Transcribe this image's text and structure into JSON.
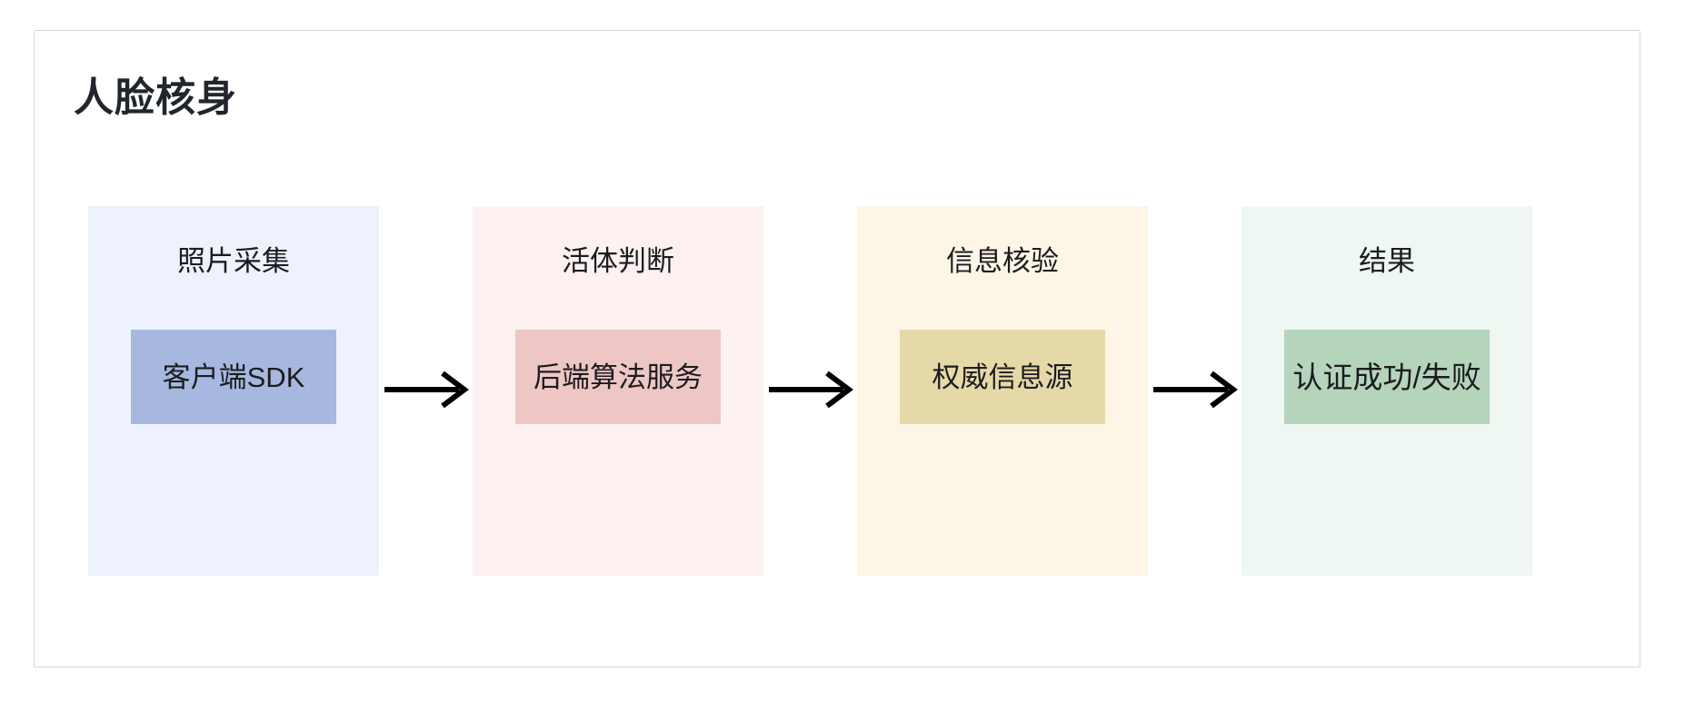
{
  "card": {
    "title": "人脸核身",
    "border_color": "#d7d7d9",
    "background": "#ffffff"
  },
  "flow": {
    "arrow_glyph": "→",
    "arrow_color": "#000000",
    "stages": [
      {
        "label": "照片采集",
        "box_text": "客户端SDK",
        "bg_color": "#edf2fc",
        "box_color": "#a6b8e0"
      },
      {
        "label": "活体判断",
        "box_text": "后端算法服务",
        "bg_color": "#fdf1f1",
        "box_color": "#eec6c6"
      },
      {
        "label": "信息核验",
        "box_text": "权威信息源",
        "bg_color": "#fdf6e6",
        "box_color": "#e6d9a8"
      },
      {
        "label": "结果",
        "box_text": "认证成功/失败",
        "bg_color": "#eef7f1",
        "box_color": "#b4d4bc"
      }
    ],
    "connectors": [
      {
        "name": "arrow-1"
      },
      {
        "name": "arrow-2"
      },
      {
        "name": "arrow-3"
      }
    ]
  }
}
